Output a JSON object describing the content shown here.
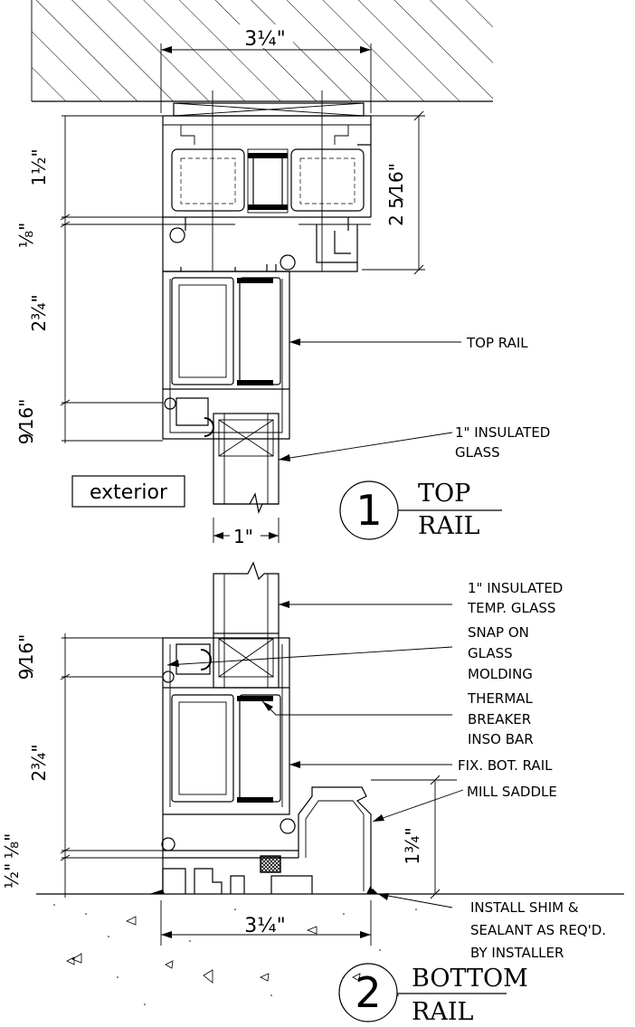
{
  "detail_top": {
    "number": "1",
    "title_line1": "TOP",
    "title_line2": "RAIL",
    "dim_overall_width": "3¼\"",
    "dim_header_height": "1½\"",
    "dim_gap": "⅛\"",
    "dim_rail_height": "2¾\"",
    "dim_glass_stop": "9⁄16\"",
    "dim_head_depth": "2 5⁄16\"",
    "dim_glass_thickness": "1\"",
    "label_top_rail": "TOP RAIL",
    "label_glass_1": "1\" INSULATED",
    "label_glass_2": "GLASS",
    "exterior_label": "exterior"
  },
  "detail_bottom": {
    "number": "2",
    "title_line1": "BOTTOM",
    "title_line2": "RAIL",
    "dim_glass_stop": "9⁄16\"",
    "dim_rail_height": "2¾\"",
    "dim_gap": "⅛\"",
    "dim_base": "½\"",
    "dim_saddle_height": "1¾\"",
    "dim_overall_width": "3¼\"",
    "labels": [
      "1\" INSULATED",
      "TEMP. GLASS",
      "SNAP ON",
      "GLASS",
      "MOLDING",
      "THERMAL",
      "BREAKER",
      "INSO BAR",
      "FIX. BOT. RAIL",
      "MILL SADDLE",
      "INSTALL SHIM &",
      "SEALANT AS REQ'D.",
      "BY INSTALLER"
    ]
  }
}
